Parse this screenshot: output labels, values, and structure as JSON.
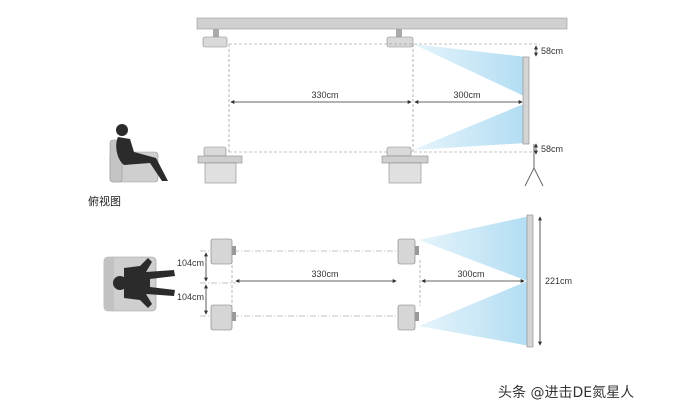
{
  "top_view": {
    "dim_distance_a": "330cm",
    "dim_distance_b": "300cm",
    "dim_offset_top": "58cm",
    "dim_offset_bottom": "58cm"
  },
  "bottom_view": {
    "caption": "俯视图",
    "dim_distance_a": "330cm",
    "dim_distance_b": "300cm",
    "dim_spacing_upper": "104cm",
    "dim_spacing_lower": "104cm",
    "dim_screen_width": "221cm"
  },
  "watermark": "头条 @进击DE氮星人",
  "colors": {
    "beam": "#bfe3f5",
    "projector": "#d6d6d6",
    "screen": "#cfcfcf",
    "line": "#555555"
  }
}
